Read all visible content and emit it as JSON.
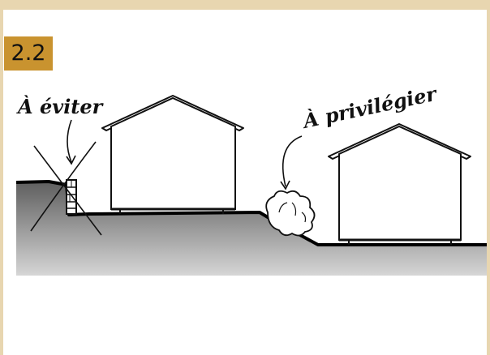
{
  "figure": {
    "number": "2.2",
    "labels": {
      "avoid": "À éviter",
      "prefer": "À privilégier"
    },
    "icons": {
      "house_left": "house-icon",
      "house_right": "house-icon",
      "wall": "retaining-wall-icon",
      "shrub": "shrub-icon",
      "cross": "cross-mark-icon"
    },
    "colors": {
      "frame": "#e8d6b0",
      "badge": "#c9932f",
      "ground_top": "#5e5e5e",
      "ground_bottom": "#d6d6d6"
    }
  }
}
